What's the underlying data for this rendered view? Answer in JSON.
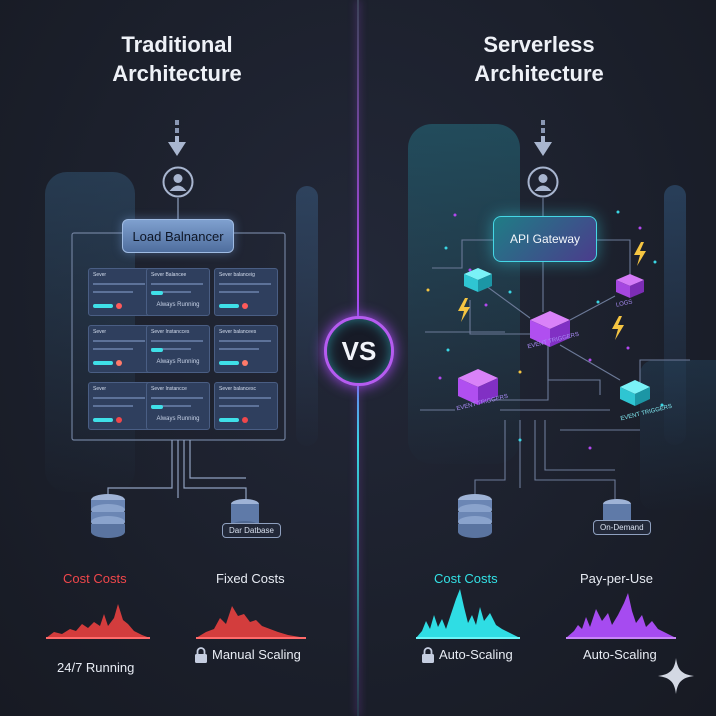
{
  "left": {
    "title_line1": "Traditional",
    "title_line2": "Architecture",
    "load_balancer": "Load Balnancer",
    "servers": [
      [
        "Sever",
        "Sever Balancee",
        "Sever balanceig"
      ],
      [
        "Sever",
        "Sever Instancces",
        "Sever balancees"
      ],
      [
        "Sever",
        "Sever Instancce",
        "Sever balancesc"
      ]
    ],
    "always_running": [
      "Always Running",
      "Always Running",
      "Always Running"
    ],
    "db_label": "Dar Datbase",
    "cost_left_label": "Cost Costs",
    "cost_right_label": "Fixed Costs",
    "caption_left": "24/7 Running",
    "caption_right": "Manual Scaling"
  },
  "vs": "VS",
  "right": {
    "title_line1": "Serverless",
    "title_line2": "Architecture",
    "gateway": "API Gateway",
    "event_tags": [
      "EVENT TRIGGERS",
      "EVENT TRIGGERS",
      "EVENT TRIGGERS"
    ],
    "node_tag": "LOGS",
    "db_label": "On-Demand",
    "cost_left_label": "Cost Costs",
    "cost_right_label": "Pay-per-Use",
    "caption_left": "Auto-Scaling",
    "caption_right": "Auto-Scaling"
  },
  "colors": {
    "cost_red": "#f0474b",
    "cost_teal": "#33e2e6",
    "cost_purple": "#a64bf0",
    "accent_cyan": "#3ad6e4",
    "accent_purple": "#b348f0"
  },
  "icons": [
    "arrow-down-icon",
    "user-icon",
    "database-icon",
    "lock-icon",
    "lightning-icon",
    "sparkle-icon"
  ]
}
